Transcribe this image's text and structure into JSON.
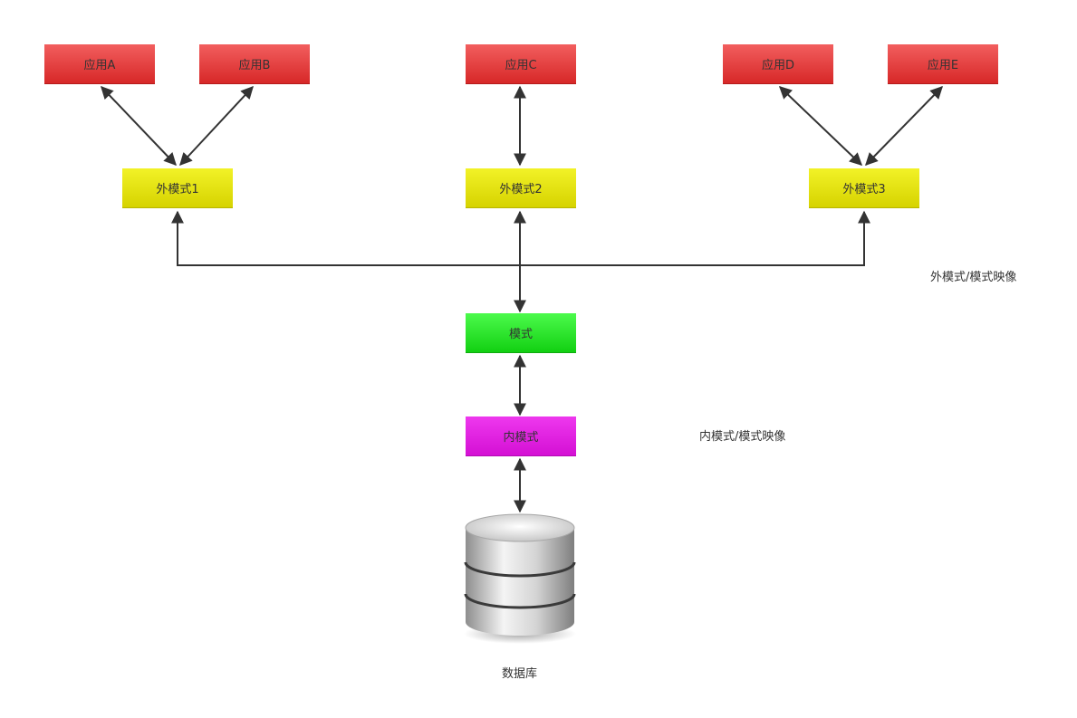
{
  "apps": {
    "a": "应用A",
    "b": "应用B",
    "c": "应用C",
    "d": "应用D",
    "e": "应用E"
  },
  "external_schemas": {
    "s1": "外模式1",
    "s2": "外模式2",
    "s3": "外模式3"
  },
  "schema": "模式",
  "internal_schema": "内模式",
  "database": "数据库",
  "mappings": {
    "external_to_schema": "外模式/模式映像",
    "internal_to_schema": "内模式/模式映像"
  },
  "colors": {
    "app": "#e03a3a",
    "external_schema": "#e6e300",
    "schema": "#1ee61e",
    "internal_schema": "#e01fe0",
    "connector": "#333333"
  }
}
